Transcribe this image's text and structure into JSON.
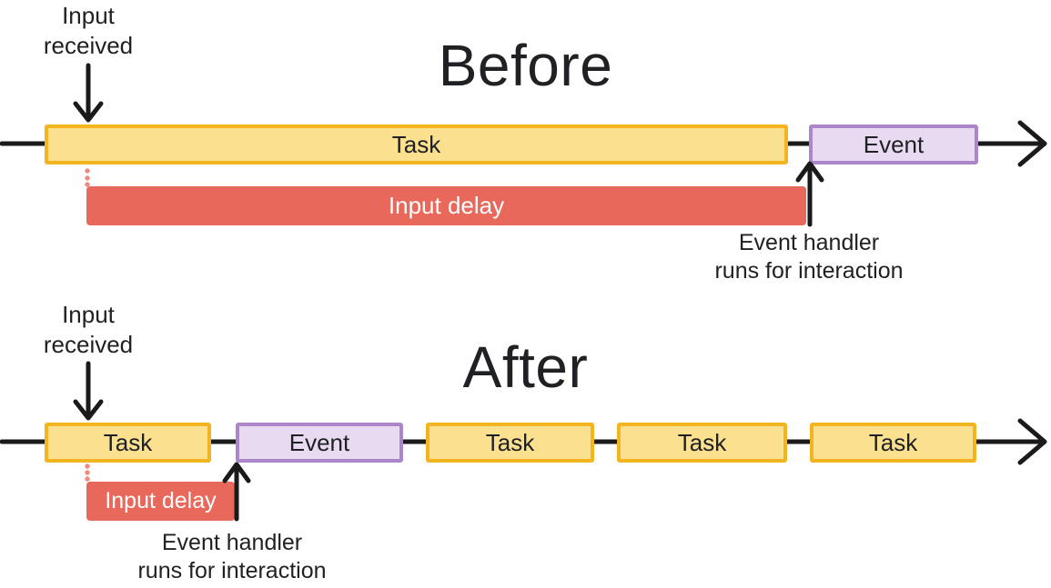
{
  "colors": {
    "page_bg": "#ffffff",
    "ink": "#202124",
    "line": "#1a1a1a",
    "task_fill": "#fbe18f",
    "task_border": "#f3b51f",
    "event_fill": "#e8daf0",
    "event_border": "#ab87c9",
    "delay_fill": "#e8695b",
    "delay_dot": "#ee8b7e",
    "delay_text": "#ffffff"
  },
  "before": {
    "title": "Before",
    "input_label_line1": "Input",
    "input_label_line2": "received",
    "timeline": [
      {
        "type": "task",
        "label": "Task"
      },
      {
        "type": "event",
        "label": "Event"
      }
    ],
    "delay_label": "Input delay",
    "caption_line1": "Event handler",
    "caption_line2": "runs for interaction"
  },
  "after": {
    "title": "After",
    "input_label_line1": "Input",
    "input_label_line2": "received",
    "timeline": [
      {
        "type": "task",
        "label": "Task"
      },
      {
        "type": "event",
        "label": "Event"
      },
      {
        "type": "task",
        "label": "Task"
      },
      {
        "type": "task",
        "label": "Task"
      },
      {
        "type": "task",
        "label": "Task"
      }
    ],
    "delay_label": "Input delay",
    "caption_line1": "Event handler",
    "caption_line2": "runs for interaction"
  }
}
